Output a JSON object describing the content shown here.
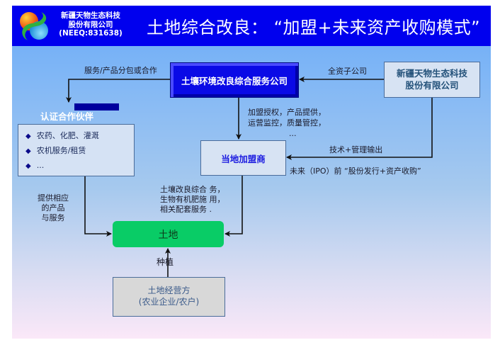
{
  "header": {
    "company_name_line1": "新疆天物生态科技",
    "company_name_line2": "股份有限公司",
    "company_code": "(NEEQ:831638)",
    "title": "土地综合改良：  “加盟+未来资产收购模式”",
    "bg_color": "#0000ee"
  },
  "nodes": {
    "service_company": "土壤环境改良综合服务公司",
    "parent_company_line1": "新疆天物生态科技",
    "parent_company_line2": "股份有限公司",
    "certified_partners_title": "认证合作伙伴",
    "partner_items": [
      "农药、化肥、灌溉",
      "农机服务/租赁",
      "..."
    ],
    "local_franchisee": "当地加盟商",
    "land": "土地",
    "land_operator_line1": "土地经营方",
    "land_operator_line2": "(农业企业/农户)"
  },
  "edges": {
    "subcontract": "服务/产品分包或合作",
    "wholly_owned": "全资子公司",
    "franchise_line1": "加盟授权，产品提供，",
    "franchise_line2": "运营监控，质量管控，",
    "franchise_line3": "...",
    "tech_mgmt": "技术+管理输出",
    "ipo": "未来（IPO）前 “股份发行+资产收购”",
    "provide_line1": "提供相应",
    "provide_line2": "的产品",
    "provide_line3": "与服务",
    "services_line1": "土壤改良综合  务，",
    "services_line2": "生物有机肥施  用，",
    "services_line3": "相关配套服务  .",
    "planting": "种植"
  },
  "colors": {
    "land_green": "#09cc66",
    "service_blue": "#0a0ae6",
    "franchise_text": "#1a1ae0"
  }
}
